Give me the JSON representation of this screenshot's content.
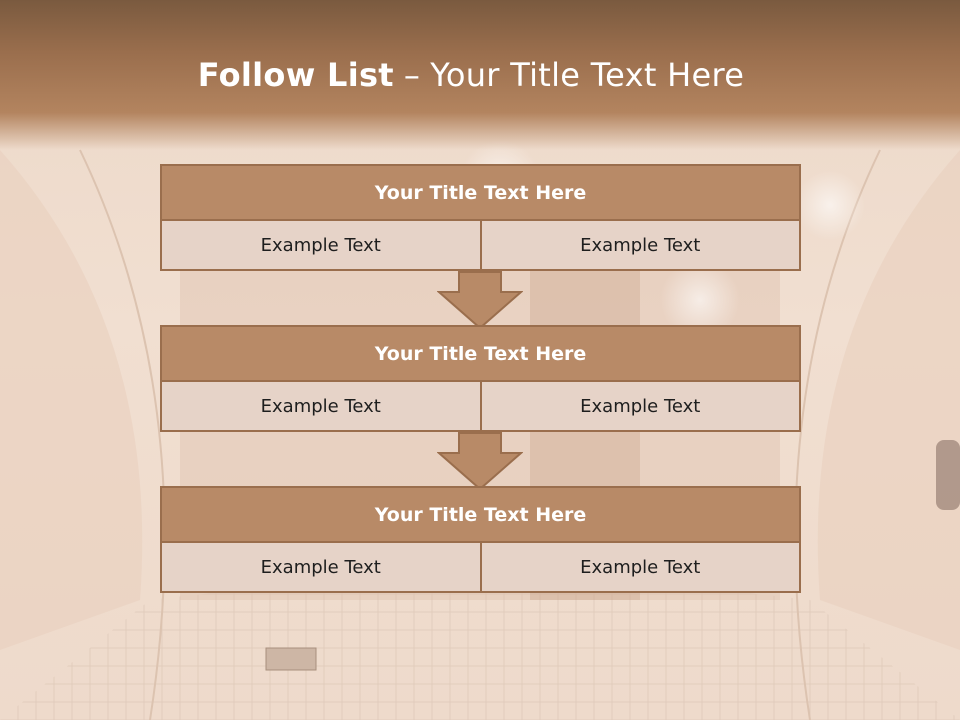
{
  "slide": {
    "title_strong": "Follow List",
    "title_dash": "–",
    "title_rest": "Your Title Text Here"
  },
  "blocks": [
    {
      "title": "Your Title Text Here",
      "left": "Example Text",
      "right": "Example Text"
    },
    {
      "title": "Your Title Text Here",
      "left": "Example Text",
      "right": "Example Text"
    },
    {
      "title": "Your Title Text Here",
      "left": "Example Text",
      "right": "Example Text"
    }
  ],
  "colors": {
    "header": "#9a6e4d",
    "block_title": "#b88a67",
    "cell": "#e6d3c8",
    "border": "#9a6e4d",
    "arrow": "#b88a67"
  },
  "icons": [
    "down-arrow-icon",
    "down-arrow-icon"
  ]
}
